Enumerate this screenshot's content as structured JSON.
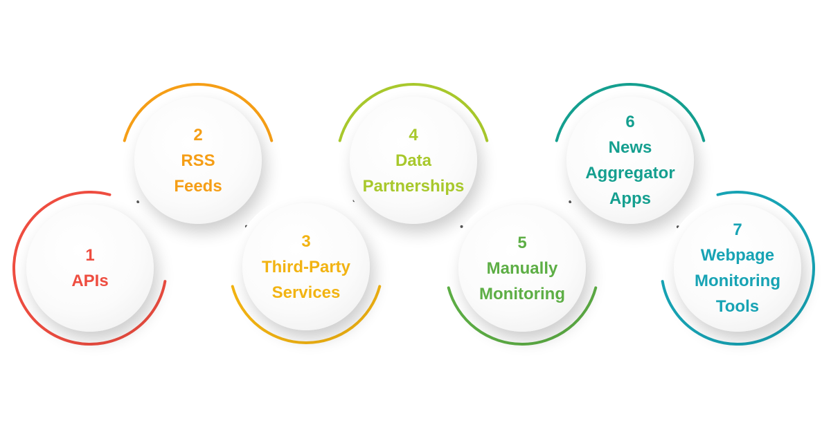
{
  "steps": [
    {
      "number": "1",
      "lines": [
        "APIs"
      ],
      "color": "#EE4D40"
    },
    {
      "number": "2",
      "lines": [
        "RSS",
        "Feeds"
      ],
      "color": "#F59E16"
    },
    {
      "number": "3",
      "lines": [
        "Third-Party",
        "Services"
      ],
      "color": "#F2B312"
    },
    {
      "number": "4",
      "lines": [
        "Data",
        "Partnerships"
      ],
      "color": "#A8C82C"
    },
    {
      "number": "5",
      "lines": [
        "Manually",
        "Monitoring"
      ],
      "color": "#5DAE45"
    },
    {
      "number": "6",
      "lines": [
        "News",
        "Aggregator",
        "Apps"
      ],
      "color": "#149F8F"
    },
    {
      "number": "7",
      "lines": [
        "Webpage",
        "Monitoring",
        "Tools"
      ],
      "color": "#17A3B4"
    }
  ],
  "connector_color": "#555555"
}
